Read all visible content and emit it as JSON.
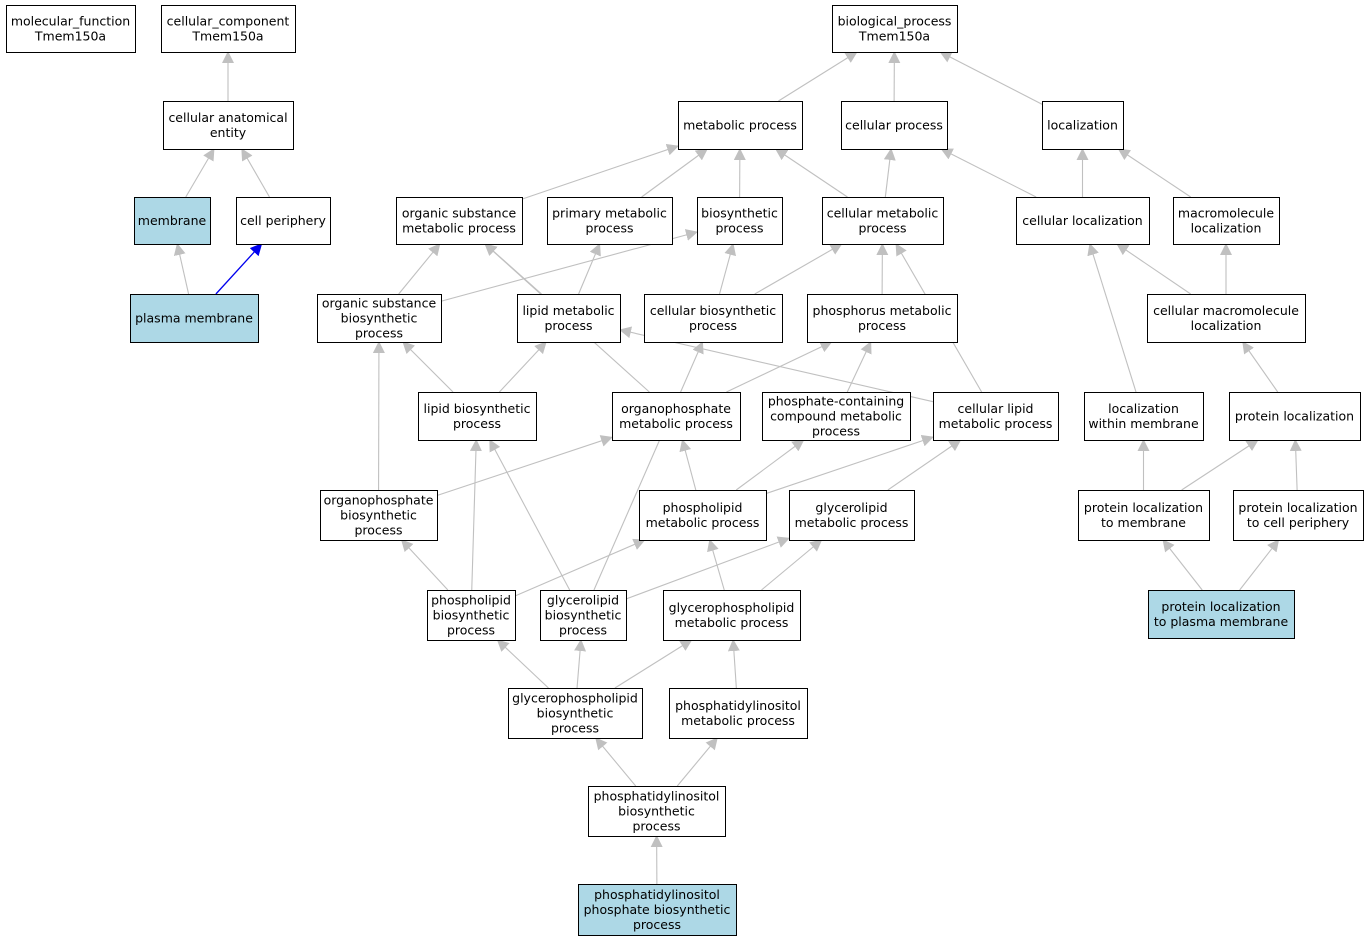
{
  "colors": {
    "edge": "#c0c0c0",
    "edge_highlight": "#0000ee",
    "node_fill": "#ffffff",
    "node_fill_highlight": "#add8e6",
    "node_stroke": "#000000"
  },
  "nodes": [
    {
      "id": "mf",
      "lines": [
        "molecular_function",
        "Tmem150a"
      ],
      "highlight": false
    },
    {
      "id": "cc",
      "lines": [
        "cellular_component",
        "Tmem150a"
      ],
      "highlight": false
    },
    {
      "id": "bp",
      "lines": [
        "biological_process",
        "Tmem150a"
      ],
      "highlight": false
    },
    {
      "id": "cae",
      "lines": [
        "cellular anatomical",
        "entity"
      ],
      "highlight": false
    },
    {
      "id": "membrane",
      "lines": [
        "membrane"
      ],
      "highlight": true
    },
    {
      "id": "cellper",
      "lines": [
        "cell periphery"
      ],
      "highlight": false
    },
    {
      "id": "pm",
      "lines": [
        "plasma membrane"
      ],
      "highlight": true
    },
    {
      "id": "metab",
      "lines": [
        "metabolic process"
      ],
      "highlight": false
    },
    {
      "id": "cellproc",
      "lines": [
        "cellular process"
      ],
      "highlight": false
    },
    {
      "id": "local",
      "lines": [
        "localization"
      ],
      "highlight": false
    },
    {
      "id": "osmp",
      "lines": [
        "organic substance",
        "metabolic process"
      ],
      "highlight": false
    },
    {
      "id": "pmp",
      "lines": [
        "primary metabolic",
        "process"
      ],
      "highlight": false
    },
    {
      "id": "bios",
      "lines": [
        "biosynthetic",
        "process"
      ],
      "highlight": false
    },
    {
      "id": "cmp",
      "lines": [
        "cellular metabolic",
        "process"
      ],
      "highlight": false
    },
    {
      "id": "celloc",
      "lines": [
        "cellular localization"
      ],
      "highlight": false
    },
    {
      "id": "macloc",
      "lines": [
        "macromolecule",
        "localization"
      ],
      "highlight": false
    },
    {
      "id": "osbp",
      "lines": [
        "organic substance",
        "biosynthetic",
        "process"
      ],
      "highlight": false
    },
    {
      "id": "lmp",
      "lines": [
        "lipid metabolic",
        "process"
      ],
      "highlight": false
    },
    {
      "id": "cbp",
      "lines": [
        "cellular biosynthetic",
        "process"
      ],
      "highlight": false
    },
    {
      "id": "phmp",
      "lines": [
        "phosphorus metabolic",
        "process"
      ],
      "highlight": false
    },
    {
      "id": "cml",
      "lines": [
        "cellular macromolecule",
        "localization"
      ],
      "highlight": false
    },
    {
      "id": "lbp",
      "lines": [
        "lipid biosynthetic",
        "process"
      ],
      "highlight": false
    },
    {
      "id": "opmp",
      "lines": [
        "organophosphate",
        "metabolic process"
      ],
      "highlight": false
    },
    {
      "id": "pccmp",
      "lines": [
        "phosphate-containing",
        "compound metabolic",
        "process"
      ],
      "highlight": false
    },
    {
      "id": "clmp",
      "lines": [
        "cellular lipid",
        "metabolic process"
      ],
      "highlight": false
    },
    {
      "id": "lwm",
      "lines": [
        "localization",
        "within membrane"
      ],
      "highlight": false
    },
    {
      "id": "ploc",
      "lines": [
        "protein localization"
      ],
      "highlight": false
    },
    {
      "id": "opbp",
      "lines": [
        "organophosphate",
        "biosynthetic",
        "process"
      ],
      "highlight": false
    },
    {
      "id": "phlmp",
      "lines": [
        "phospholipid",
        "metabolic process"
      ],
      "highlight": false
    },
    {
      "id": "glmp",
      "lines": [
        "glycerolipid",
        "metabolic process"
      ],
      "highlight": false
    },
    {
      "id": "pltm",
      "lines": [
        "protein localization",
        "to membrane"
      ],
      "highlight": false
    },
    {
      "id": "pltcp",
      "lines": [
        "protein localization",
        "to cell periphery"
      ],
      "highlight": false
    },
    {
      "id": "phlbp",
      "lines": [
        "phospholipid",
        "biosynthetic",
        "process"
      ],
      "highlight": false
    },
    {
      "id": "glbp",
      "lines": [
        "glycerolipid",
        "biosynthetic",
        "process"
      ],
      "highlight": false
    },
    {
      "id": "gplmp",
      "lines": [
        "glycerophospholipid",
        "metabolic process"
      ],
      "highlight": false
    },
    {
      "id": "pltpm",
      "lines": [
        "protein localization",
        "to plasma membrane"
      ],
      "highlight": true
    },
    {
      "id": "gplbp",
      "lines": [
        "glycerophospholipid",
        "biosynthetic",
        "process"
      ],
      "highlight": false
    },
    {
      "id": "pimp",
      "lines": [
        "phosphatidylinositol",
        "metabolic process"
      ],
      "highlight": false
    },
    {
      "id": "pibp",
      "lines": [
        "phosphatidylinositol",
        "biosynthetic",
        "process"
      ],
      "highlight": false
    },
    {
      "id": "pipbp",
      "lines": [
        "phosphatidylinositol",
        "phosphate biosynthetic",
        "process"
      ],
      "highlight": true
    }
  ],
  "edges": [
    {
      "from": "cae",
      "to": "cc"
    },
    {
      "from": "membrane",
      "to": "cae"
    },
    {
      "from": "cellper",
      "to": "cae"
    },
    {
      "from": "pm",
      "to": "membrane"
    },
    {
      "from": "pm",
      "to": "cellper",
      "highlight": true
    },
    {
      "from": "metab",
      "to": "bp"
    },
    {
      "from": "cellproc",
      "to": "bp"
    },
    {
      "from": "local",
      "to": "bp"
    },
    {
      "from": "osmp",
      "to": "metab"
    },
    {
      "from": "pmp",
      "to": "metab"
    },
    {
      "from": "bios",
      "to": "metab"
    },
    {
      "from": "cmp",
      "to": "metab"
    },
    {
      "from": "cmp",
      "to": "cellproc"
    },
    {
      "from": "celloc",
      "to": "cellproc"
    },
    {
      "from": "celloc",
      "to": "local"
    },
    {
      "from": "macloc",
      "to": "local"
    },
    {
      "from": "osbp",
      "to": "osmp"
    },
    {
      "from": "osbp",
      "to": "bios"
    },
    {
      "from": "lmp",
      "to": "osmp"
    },
    {
      "from": "lmp",
      "to": "pmp"
    },
    {
      "from": "cbp",
      "to": "bios"
    },
    {
      "from": "cbp",
      "to": "cmp"
    },
    {
      "from": "phmp",
      "to": "cmp"
    },
    {
      "from": "cml",
      "to": "celloc"
    },
    {
      "from": "cml",
      "to": "macloc"
    },
    {
      "from": "lbp",
      "to": "osbp"
    },
    {
      "from": "lbp",
      "to": "lmp"
    },
    {
      "from": "opmp",
      "to": "osmp"
    },
    {
      "from": "opmp",
      "to": "phmp"
    },
    {
      "from": "pccmp",
      "to": "phmp"
    },
    {
      "from": "clmp",
      "to": "lmp"
    },
    {
      "from": "clmp",
      "to": "cmp"
    },
    {
      "from": "lwm",
      "to": "celloc"
    },
    {
      "from": "ploc",
      "to": "cml"
    },
    {
      "from": "opbp",
      "to": "osbp"
    },
    {
      "from": "opbp",
      "to": "opmp"
    },
    {
      "from": "phlmp",
      "to": "opmp"
    },
    {
      "from": "phlmp",
      "to": "pccmp"
    },
    {
      "from": "phlmp",
      "to": "clmp"
    },
    {
      "from": "glmp",
      "to": "clmp"
    },
    {
      "from": "pltm",
      "to": "lwm"
    },
    {
      "from": "pltm",
      "to": "ploc"
    },
    {
      "from": "pltcp",
      "to": "ploc"
    },
    {
      "from": "phlbp",
      "to": "lbp"
    },
    {
      "from": "phlbp",
      "to": "opbp"
    },
    {
      "from": "phlbp",
      "to": "phlmp"
    },
    {
      "from": "glbp",
      "to": "lbp"
    },
    {
      "from": "glbp",
      "to": "glmp"
    },
    {
      "from": "glbp",
      "to": "cbp"
    },
    {
      "from": "gplmp",
      "to": "phlmp"
    },
    {
      "from": "gplmp",
      "to": "glmp"
    },
    {
      "from": "pltpm",
      "to": "pltm"
    },
    {
      "from": "pltpm",
      "to": "pltcp"
    },
    {
      "from": "gplbp",
      "to": "phlbp"
    },
    {
      "from": "gplbp",
      "to": "glbp"
    },
    {
      "from": "gplbp",
      "to": "gplmp"
    },
    {
      "from": "pimp",
      "to": "gplmp"
    },
    {
      "from": "pibp",
      "to": "gplbp"
    },
    {
      "from": "pibp",
      "to": "pimp"
    },
    {
      "from": "pipbp",
      "to": "pibp"
    }
  ]
}
